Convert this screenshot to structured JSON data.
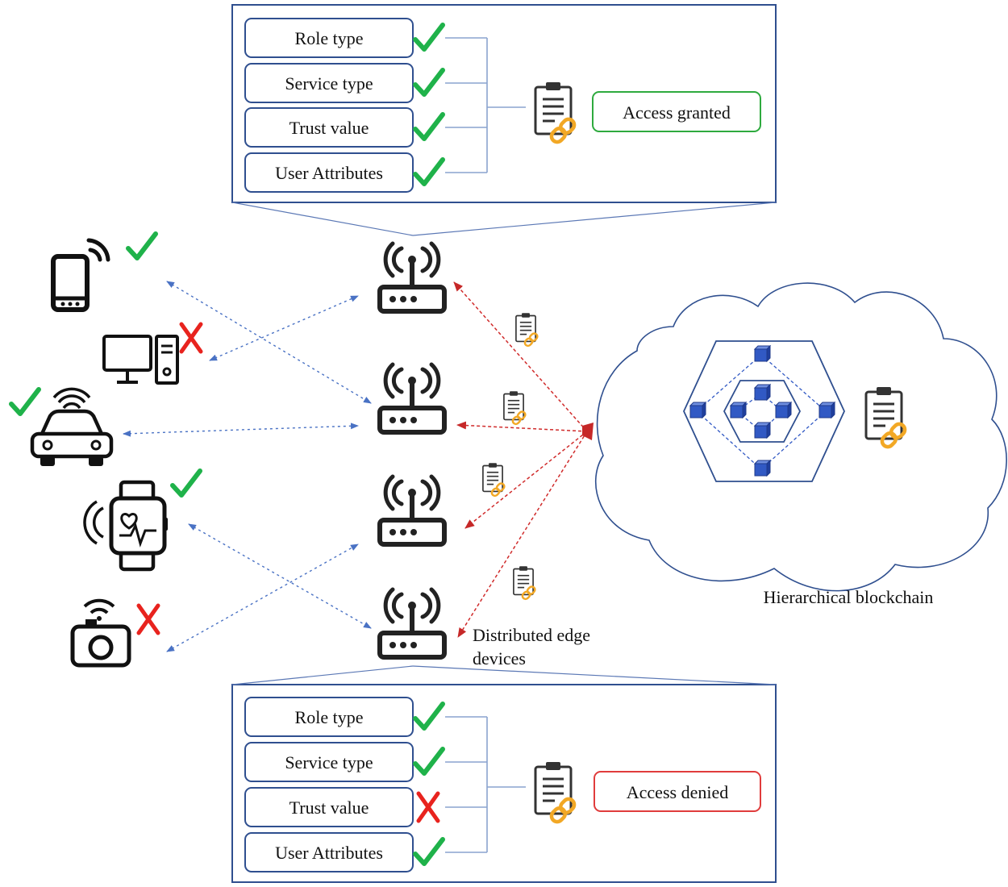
{
  "top_panel": {
    "attributes": [
      {
        "label": "Role type",
        "status": "pass"
      },
      {
        "label": "Service type",
        "status": "pass"
      },
      {
        "label": "Trust value",
        "status": "pass"
      },
      {
        "label": "User Attributes",
        "status": "pass"
      }
    ],
    "result": "Access granted",
    "result_color": "#2eaa3e"
  },
  "bottom_panel": {
    "attributes": [
      {
        "label": "Role type",
        "status": "pass"
      },
      {
        "label": "Service type",
        "status": "pass"
      },
      {
        "label": "Trust value",
        "status": "fail"
      },
      {
        "label": "User Attributes",
        "status": "pass"
      }
    ],
    "result": "Access denied",
    "result_color": "#e03c3c"
  },
  "devices": [
    {
      "name": "smartphone-icon",
      "status": "pass"
    },
    {
      "name": "desktop-computer-icon",
      "status": "fail"
    },
    {
      "name": "connected-car-icon",
      "status": "pass"
    },
    {
      "name": "smartwatch-icon",
      "status": "pass"
    },
    {
      "name": "camera-icon",
      "status": "fail"
    }
  ],
  "labels": {
    "edge_line1": "Distributed edge",
    "edge_line2": "devices",
    "blockchain": "Hierarchical blockchain"
  },
  "colors": {
    "panel_border": "#2f4f8f",
    "pass": "#1fb24a",
    "fail": "#e8231e",
    "device_link": "#4a72c4",
    "chain_link": "#d02b2b",
    "block": "#3159c4",
    "chain_icon": "#f2a825"
  }
}
